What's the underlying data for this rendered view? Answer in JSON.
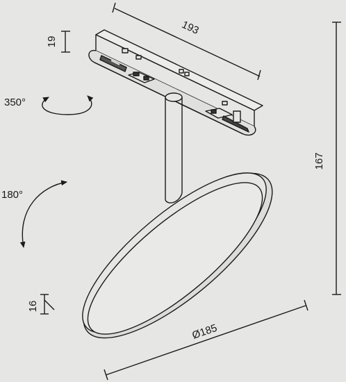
{
  "dimensions": {
    "rail_length": "193",
    "rail_height": "19",
    "total_height": "167",
    "disc_diameter": "Ø185",
    "disc_thickness": "16",
    "rotation_horizontal": "350°",
    "rotation_vertical": "180°"
  },
  "colors": {
    "background": "#e6e6e4",
    "line": "#1a1a1a"
  }
}
